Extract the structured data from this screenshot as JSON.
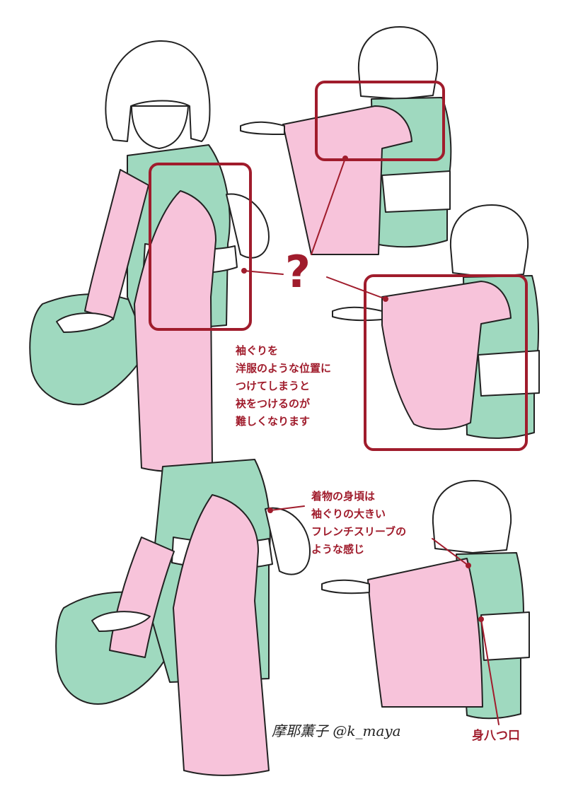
{
  "annotations": {
    "question_mark": "?",
    "note1_lines": [
      "袖ぐりを",
      "洋服のような位置に",
      "つけてしまうと",
      "袂をつけるのが",
      "難しくなります"
    ],
    "note2_lines": [
      "着物の身頃は",
      "袖ぐりの大きい",
      "フレンチスリーブの",
      "ような感じ"
    ],
    "label_mi_yatsuguchi": "身八つ口",
    "signature": "摩耶薫子 @k_maya"
  },
  "colors": {
    "accent_red": "#a01c2c",
    "kimono_green": "#9fd9bf",
    "sleeve_pink": "#f7c3da",
    "line_ink": "#222222",
    "background": "#ffffff"
  }
}
